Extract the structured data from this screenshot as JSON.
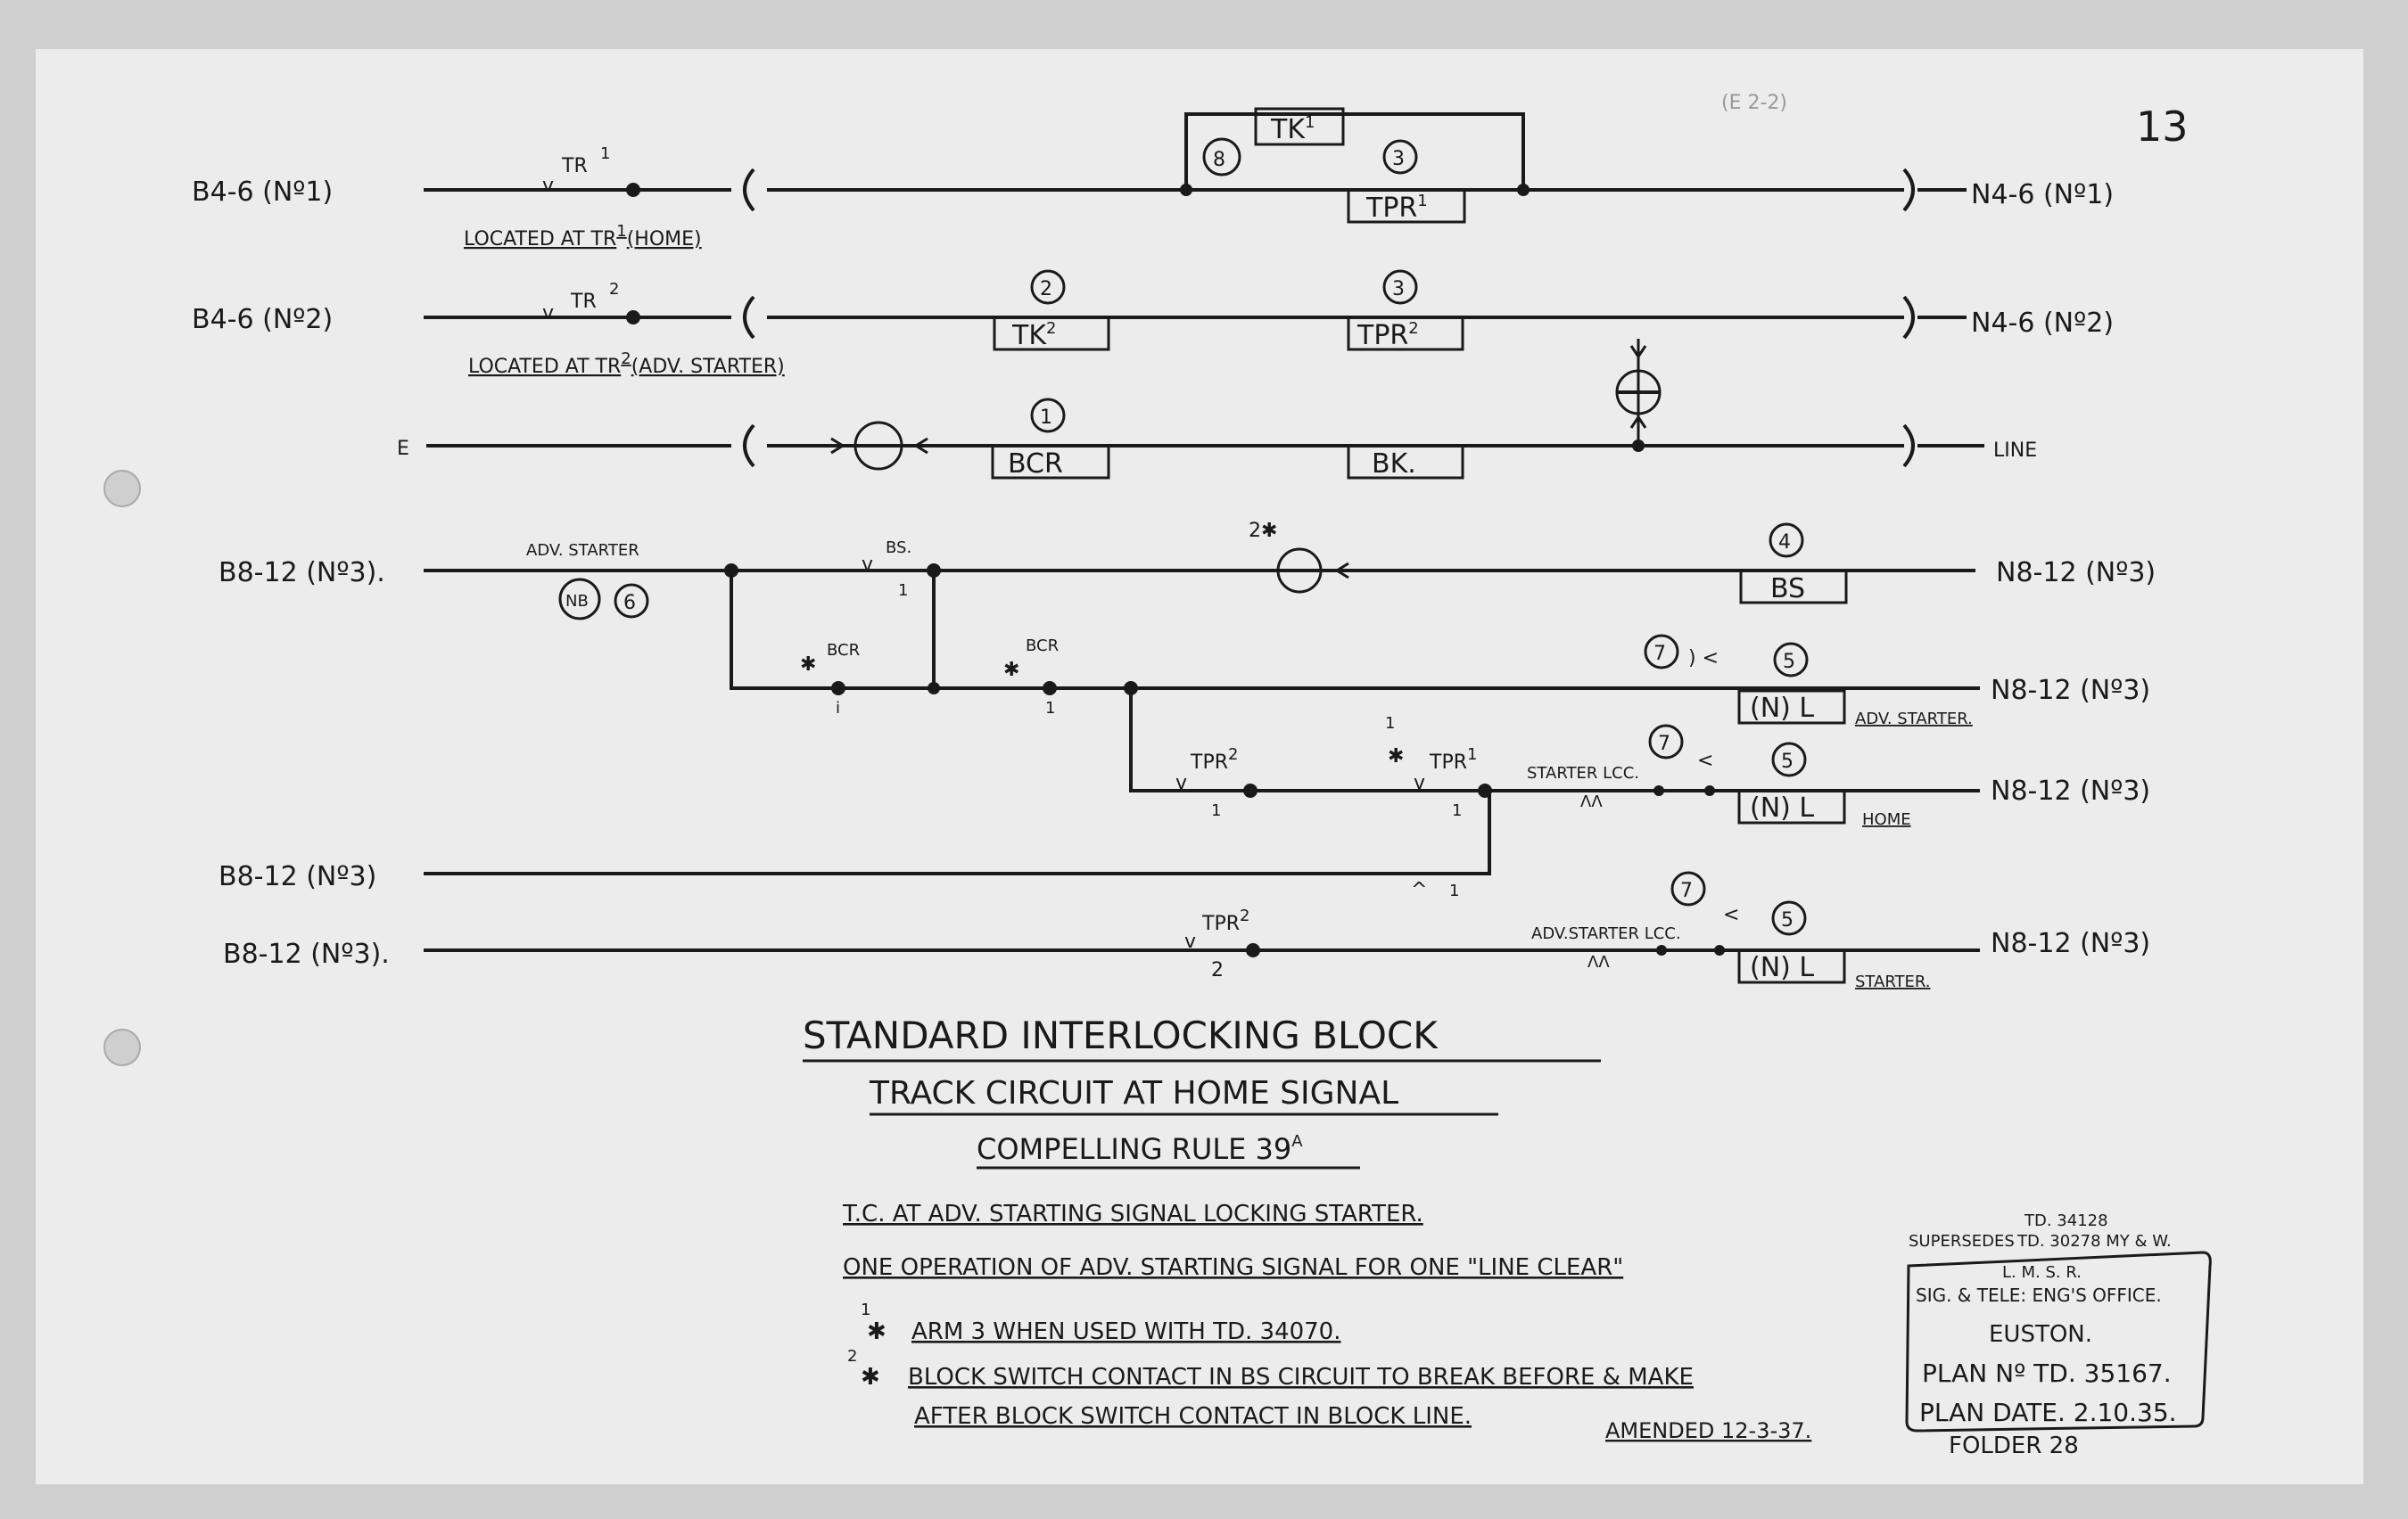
{
  "sheet_number": "13",
  "revision_stamp": "(E 2-2)",
  "lines": {
    "b4_6_no1_left": "B4-6 (Nº1)",
    "b4_6_no1_right": "N4-6 (Nº1)",
    "b4_6_no2_left": "B4-6 (Nº2)",
    "b4_6_no2_right": "N4-6 (Nº2)",
    "e_left": "E",
    "line_right": "LINE",
    "b8_12_left": "B8-12 (Nº3).",
    "b8_12_right": "N8-12 (Nº3)",
    "b8_12_l2_right": "N8-12 (Nº3)",
    "b8_12_l3_right": "N8-12 (Nº3)",
    "b8_12_l4_left": "B8-12 (Nº3)",
    "b8_12_l5_left": "B8-12 (Nº3).",
    "b8_12_l5_right": "N8-12 (Nº3)"
  },
  "contacts": {
    "tr1": "TR",
    "tr1_sup": "1",
    "tr2": "TR",
    "tr2_sup": "2",
    "located_tr1": "LOCATED AT TR",
    "located_tr1_sup": "1",
    "located_tr1_end": "(HOME)",
    "located_tr2": "LOCATED AT TR",
    "located_tr2_sup": "2",
    "located_tr2_end": "(ADV. STARTER)",
    "adv_starter": "ADV. STARTER",
    "bs": "BS.",
    "bs_1": "1",
    "bcr_a": "BCR",
    "bcr_a_sub": "i",
    "bcr_b": "BCR",
    "bcr_b_sub": "1",
    "tpr2_a": "TPR",
    "tpr2_a_sup": "2",
    "tpr2_a_sub": "1",
    "tpr1_a": "TPR",
    "tpr1_a_sup": "1",
    "tpr1_a_sub": "1",
    "star1": "1",
    "star2": "2",
    "starter_lcc": "STARTER LCC.",
    "adv_starter_lcc": "ADV.STARTER LCC.",
    "tpr2_b": "TPR",
    "tpr2_b_sup": "2",
    "tpr2_b_sub": "2",
    "wedge_1": "1",
    "carets": "ΛΛ"
  },
  "relays": {
    "tk1": "TK",
    "tk1_sup": "1",
    "tpr1": "TPR",
    "tpr1_sup": "1",
    "tk2": "TK",
    "tk2_sup": "2",
    "tpr2": "TPR",
    "tpr2_sup": "2",
    "bcr": "BCR",
    "bk": "BK.",
    "bs": "BS",
    "nl": "(N) L"
  },
  "circle_refs": {
    "c8": "8",
    "c3a": "3",
    "c2": "2",
    "c3b": "3",
    "c1": "1",
    "c4": "4",
    "c5a": "5",
    "c5b": "5",
    "c5c": "5",
    "c7a": "7",
    "c7b": "7",
    "c7c": "7",
    "nb": "NB",
    "c6": "6"
  },
  "side_labels": {
    "adv_starter": "ADV. STARTER.",
    "home": "HOME",
    "starter": "STARTER."
  },
  "title": {
    "main": "STANDARD  INTERLOCKING  BLOCK",
    "sub": "TRACK CIRCUIT AT HOME SIGNAL",
    "rule": "COMPELLING RULE 39",
    "rule_sup": "A"
  },
  "notes": {
    "line1": "T.C. AT ADV. STARTING SIGNAL LOCKING STARTER.",
    "line2": "ONE OPERATION OF ADV. STARTING SIGNAL FOR ONE \"LINE CLEAR\"",
    "fn1_mark": "1",
    "fn1": "ARM 3 WHEN USED WITH TD. 34070.",
    "fn2_mark": "2",
    "fn2a": "BLOCK SWITCH CONTACT IN BS CIRCUIT TO BREAK BEFORE & MAKE",
    "fn2b": "AFTER BLOCK SWITCH CONTACT IN BLOCK LINE.",
    "amended": "AMENDED 12-3-37."
  },
  "title_block": {
    "supersedes": "SUPERSEDES",
    "td1": "TD. 34128",
    "td2": "TD. 30278 MY & W.",
    "lmsr": "L. M. S. R.",
    "office": "SIG. & TELE: ENG'S OFFICE.",
    "place": "EUSTON.",
    "plan_no": "PLAN Nº TD. 35167.",
    "plan_date": "PLAN DATE. 2.10.35.",
    "folder": "FOLDER 28"
  }
}
